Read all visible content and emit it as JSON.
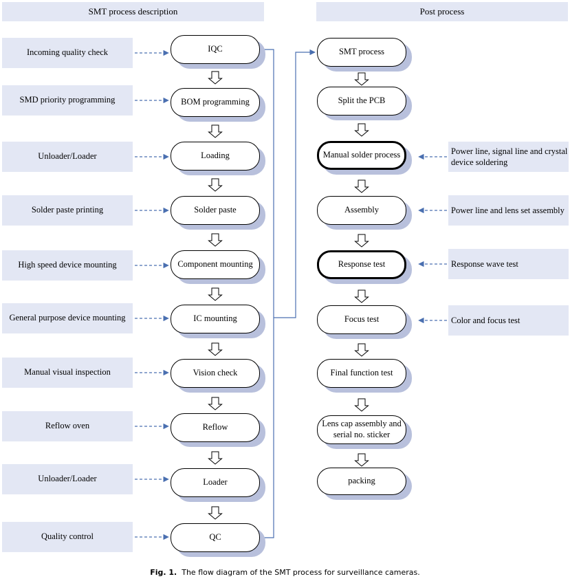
{
  "headers": {
    "left": "SMT process description",
    "right": "Post process"
  },
  "left_descriptions": [
    "Incoming quality check",
    "SMD priority programming",
    "Unloader/Loader",
    "Solder paste printing",
    "High speed device mounting",
    "General purpose device mounting",
    "Manual  visual inspection",
    "Reflow oven",
    "Unloader/Loader",
    "Quality control"
  ],
  "smt_steps": [
    "IQC",
    "BOM programming",
    "Loading",
    "Solder paste",
    "Component mounting",
    "IC mounting",
    "Vision check",
    "Reflow",
    "Loader",
    "QC"
  ],
  "post_steps": [
    {
      "label": "SMT process",
      "emphasis": false
    },
    {
      "label": "Split the PCB",
      "emphasis": false
    },
    {
      "label": "Manual solder process",
      "emphasis": true
    },
    {
      "label": "Assembly",
      "emphasis": false
    },
    {
      "label": "Response test",
      "emphasis": true
    },
    {
      "label": "Focus test",
      "emphasis": false
    },
    {
      "label": "Final function test",
      "emphasis": false
    },
    {
      "label": "Lens cap assembly and serial no. sticker",
      "emphasis": false
    },
    {
      "label": "packing",
      "emphasis": false
    }
  ],
  "right_notes": [
    "Power line, signal line and crystal device soldering",
    "Power line and lens set assembly",
    "Response wave test",
    "Color and focus test"
  ],
  "caption": {
    "label": "Fig. 1.",
    "text": "The flow diagram of the SMT process for surveillance cameras."
  },
  "colors": {
    "box_fill": "#e3e7f4",
    "shadow": "#b8c0dc",
    "connector": "#4a6fb0"
  }
}
